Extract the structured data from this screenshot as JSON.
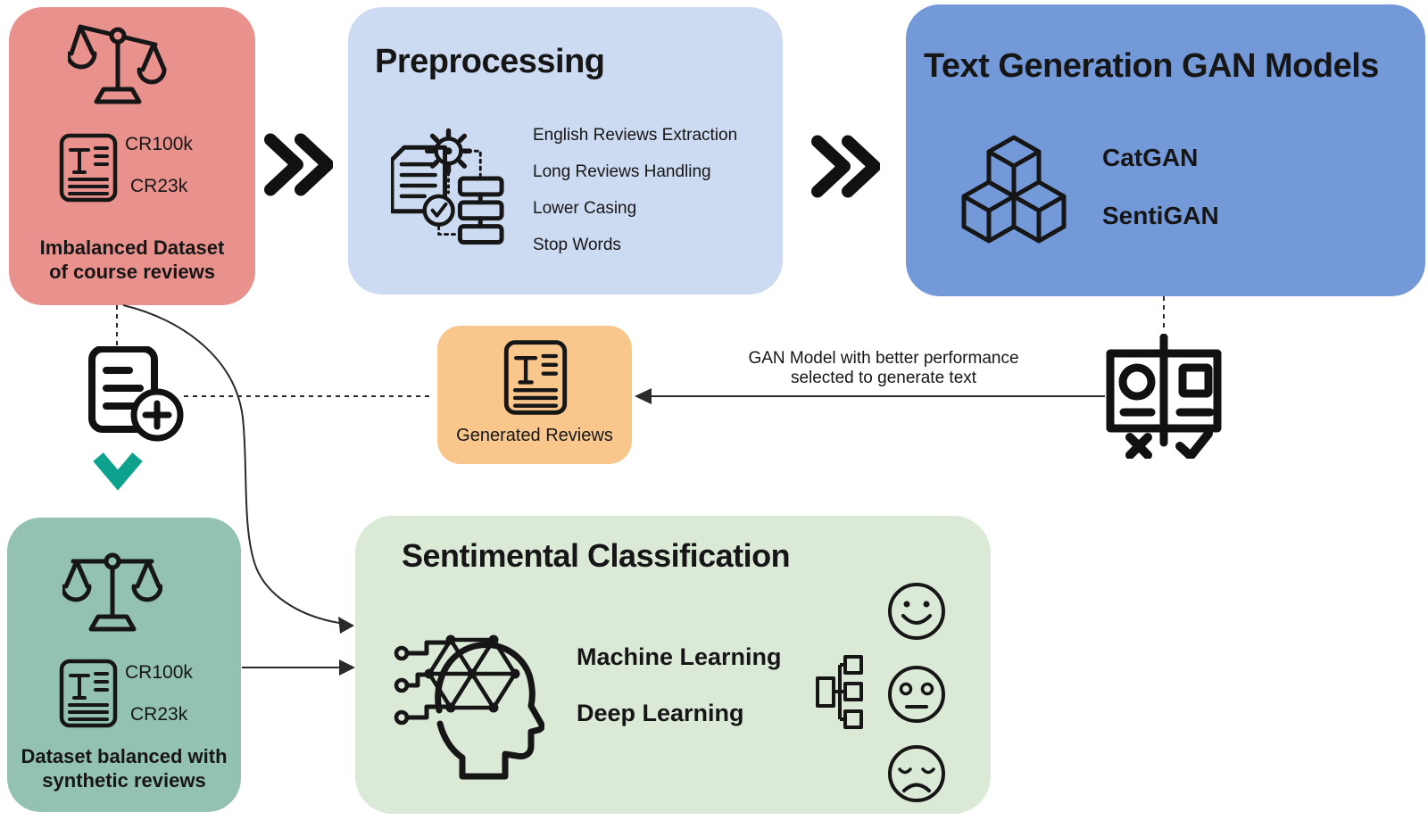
{
  "colors": {
    "imbalanced_box": "#E9928D",
    "preprocessing_box": "#CDDBF2",
    "gan_box": "#7499D9",
    "generated_box": "#F9C78C",
    "balanced_box": "#93C1B2",
    "classification_box": "#DAEAD7",
    "accent_teal": "#0CA28E",
    "ink": "#161616",
    "connector": "#2A2A2A"
  },
  "imbalanced": {
    "datasets": [
      "CR100k",
      "CR23k"
    ],
    "caption": "Imbalanced Dataset\nof course reviews"
  },
  "preprocessing": {
    "title": "Preprocessing",
    "steps": [
      "English Reviews Extraction",
      "Long Reviews Handling",
      "Lower Casing",
      "Stop Words"
    ]
  },
  "gan": {
    "title": "Text Generation GAN Models",
    "models": [
      "CatGAN",
      "SentiGAN"
    ]
  },
  "generated": {
    "caption": "Generated Reviews"
  },
  "selection_note": "GAN Model with better performance\nselected to generate text",
  "balanced": {
    "datasets": [
      "CR100k",
      "CR23k"
    ],
    "caption": "Dataset balanced with\nsynthetic reviews"
  },
  "classification": {
    "title": "Sentimental Classification",
    "methods": [
      "Machine Learning",
      "Deep Learning"
    ]
  }
}
